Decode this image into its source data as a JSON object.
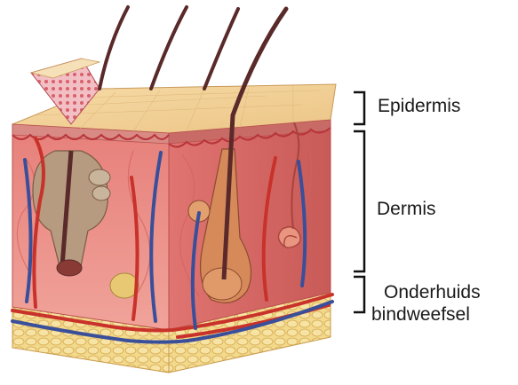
{
  "labels": {
    "epidermis": "Epidermis",
    "dermis": "Dermis",
    "subcutis_line1": "Onderhuids",
    "subcutis_line2": "bindweefsel"
  },
  "colors": {
    "dermis": "#e88a86",
    "dermis_dark": "#c9605e",
    "epidermis_top": "#f3d39a",
    "epidermis_edge": "#d9a868",
    "fat": "#f1d27a",
    "artery": "#c8322a",
    "vein": "#3a4f9a",
    "hair": "#5a2a2a",
    "follicle": "#b9a58a",
    "bracket": "#111111"
  },
  "icons": {
    "hair": "hair-shaft-icon",
    "follicle": "hair-follicle-icon",
    "sweat_gland": "sweat-gland-icon",
    "blood_vessel": "blood-vessel-icon"
  }
}
